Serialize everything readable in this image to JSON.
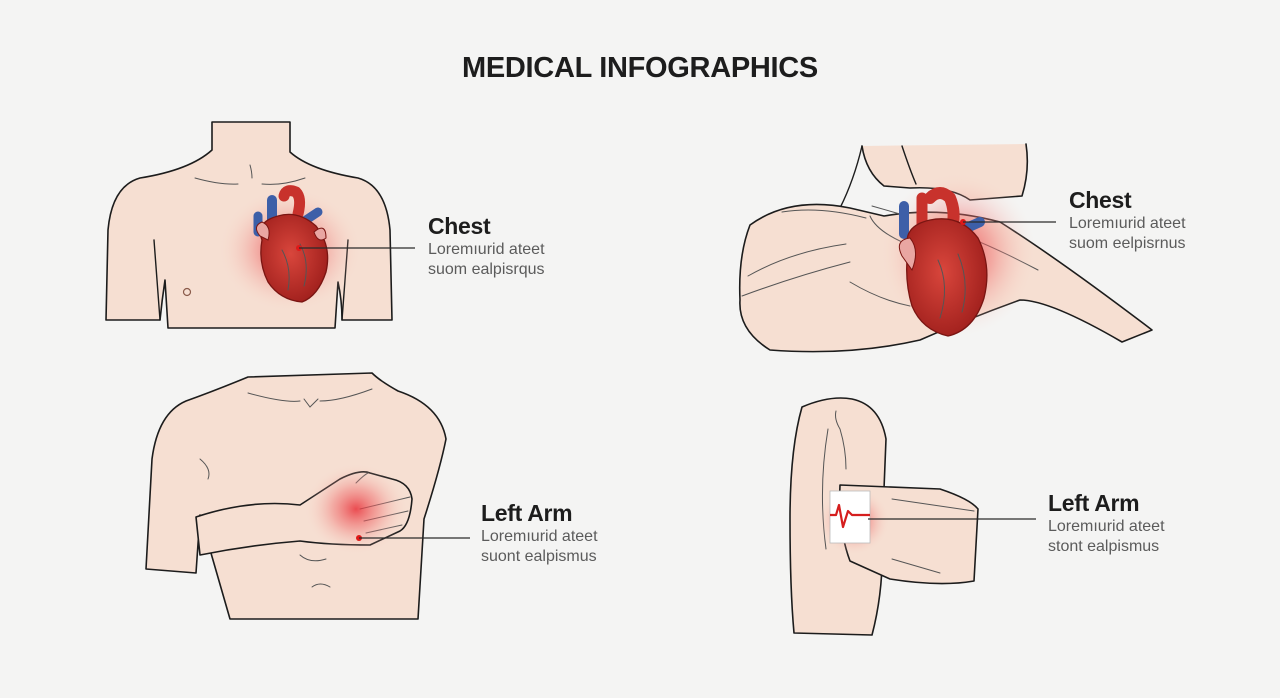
{
  "title": "MEDICAL INFOGRAPHICS",
  "panels": [
    {
      "heading": "Chest",
      "line1": "Loremıurid ateet",
      "line2": "suom ealpisrqus"
    },
    {
      "heading": "Chest",
      "line1": "Loremıurid ateet",
      "line2": "suom eelpisrnus"
    },
    {
      "heading": "Left Arm",
      "line1": "Loremıurid ateet",
      "line2": "suont ealpismus"
    },
    {
      "heading": "Left Arm",
      "line1": "Loremıurid ateet",
      "line2": "stont ealpismus"
    }
  ],
  "colors": {
    "background": "#f4f4f3",
    "skin": "#f6dfd2",
    "heart": "#c8322c",
    "vessel": "#3d5fa8",
    "pain_glow": "#e8323a",
    "pain_dot": "#e01818"
  },
  "icons": [
    "heart-icon",
    "pain-dot-icon",
    "heartbeat-pulse-icon"
  ]
}
